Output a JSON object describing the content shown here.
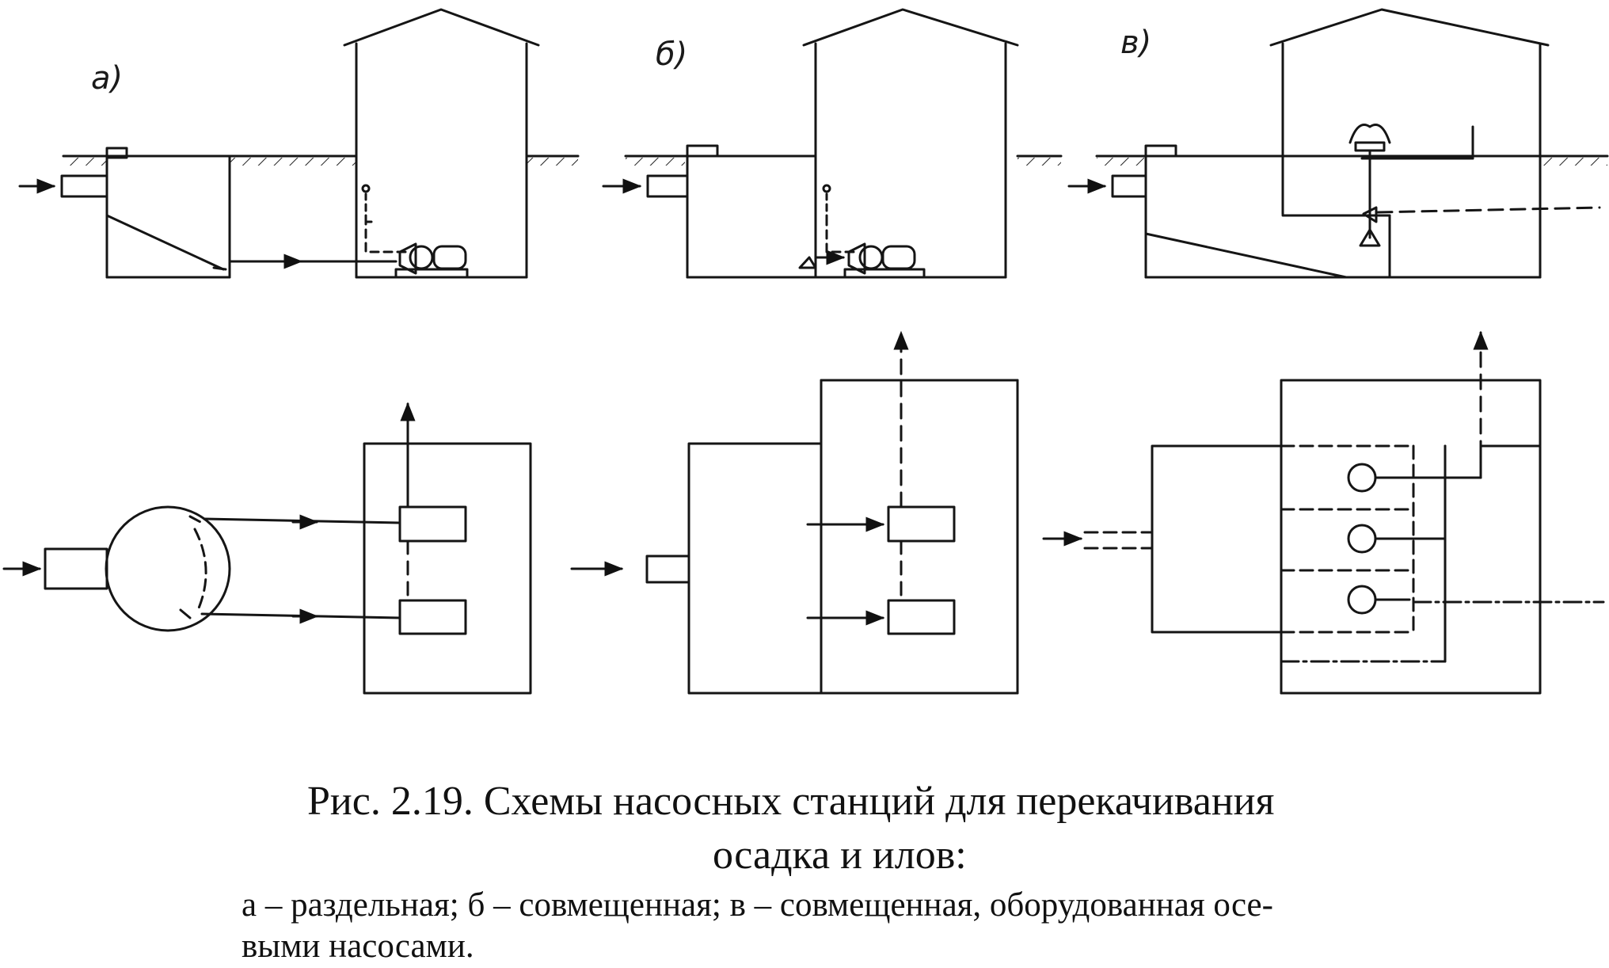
{
  "figure": {
    "panels": [
      {
        "label": "а)"
      },
      {
        "label": "б)"
      },
      {
        "label": "в)"
      }
    ]
  },
  "caption": {
    "title_line1": "Рис. 2.19. Схемы насосных станций для перекачивания",
    "title_line2": "осадка и илов:",
    "legend_line1": "а – раздельная; б – совмещенная; в – совмещенная, оборудованная осе-",
    "legend_line2": "выми насосами."
  }
}
